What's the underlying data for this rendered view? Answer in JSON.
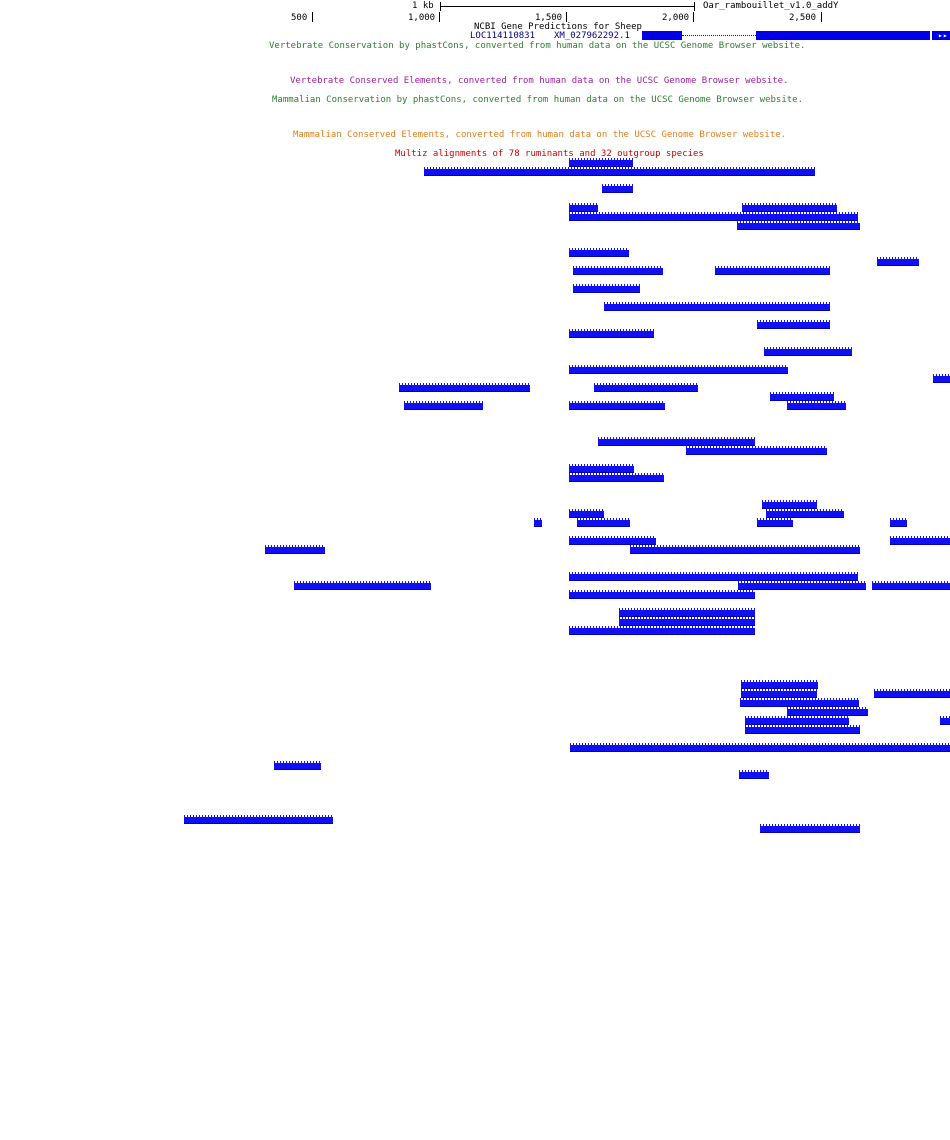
{
  "scale": {
    "label": "1 kb",
    "assembly": "Oar_rambouillet_v1.0_addY"
  },
  "ruler": {
    "ticks": [
      "500",
      "1,000",
      "1,500",
      "2,000",
      "2,500"
    ]
  },
  "tracks": {
    "gene_predictions": {
      "title": "NCBI Gene Predictions for Sheep",
      "gene_name": "LOC114110831",
      "transcript": "XM_027962292.1",
      "end_arrows": "▸▸",
      "color": "#00008b"
    },
    "vertebrate_conservation": {
      "title": "Vertebrate Conservation by phastCons, converted from human data on the UCSC Genome Browser website.",
      "color": "#006400"
    },
    "vertebrate_elements": {
      "title": "Vertebrate Conserved Elements, converted from human data on the UCSC Genome Browser website.",
      "color": "#a020a0"
    },
    "mammalian_conservation": {
      "title": "Mammalian Conservation by phastCons, converted from human data on the UCSC Genome Browser website.",
      "color": "#006400"
    },
    "mammalian_elements": {
      "title": "Mammalian Conserved Elements, converted from human data on the UCSC Genome Browser website.",
      "color": "#e08020"
    },
    "multiz": {
      "title": "Multiz alignments of 78 ruminants and 32 outgroup species",
      "color": "#cc0000",
      "alignment_color": "#1010f0"
    }
  }
}
